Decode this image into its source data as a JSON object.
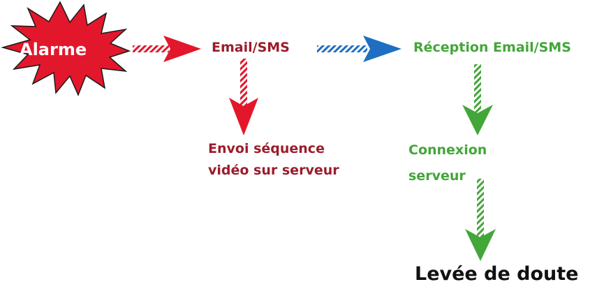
{
  "nodes": {
    "alarm": "Alarme",
    "email_sms": "Email/SMS",
    "reception": "Réception Email/SMS",
    "envoi_line1": "Envoi séquence",
    "envoi_line2": "vidéo sur serveur",
    "connexion_line1": "Connexion",
    "connexion_line2": "serveur",
    "levee": "Levée de doute"
  },
  "colors": {
    "red": "#e3172b",
    "dark_red": "#9b1c2c",
    "blue": "#1e6fc2",
    "green": "#43a638",
    "black": "#111111",
    "white": "#ffffff"
  }
}
